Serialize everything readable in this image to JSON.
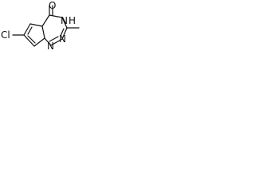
{
  "structure": {
    "atoms": {
      "chlorine": "Cl",
      "oxygen": "O",
      "amide_nitrogen": "N",
      "amide_hydrogen": "H",
      "ring_nitrogen_1": "N",
      "ring_nitrogen_2": "N"
    },
    "colors": {
      "ink": "#111111",
      "background": "#ffffff"
    }
  }
}
